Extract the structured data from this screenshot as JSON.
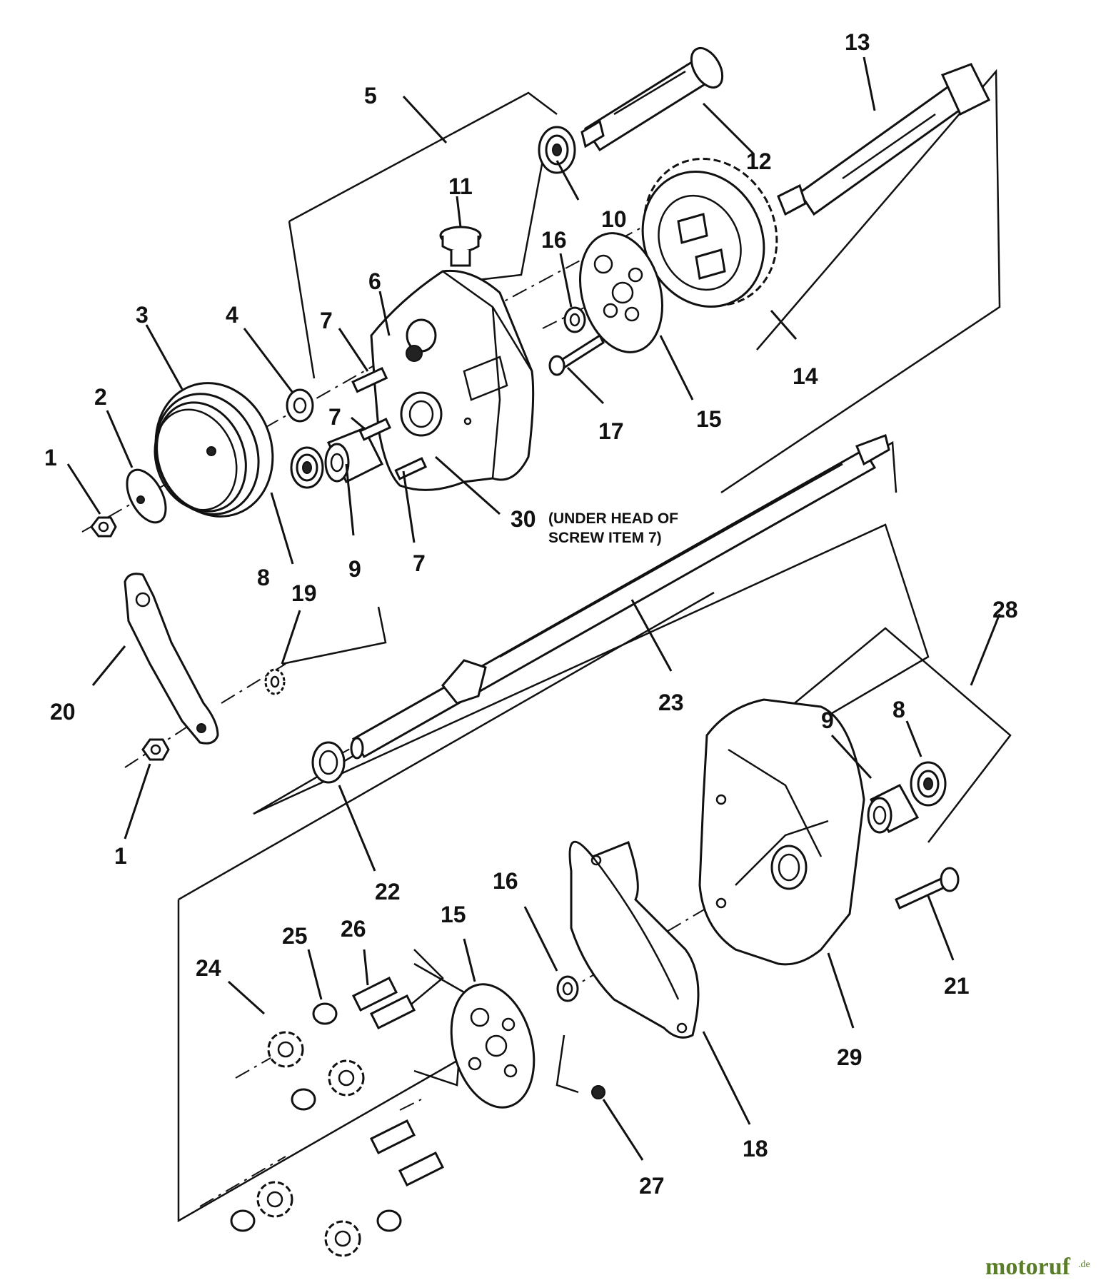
{
  "diagram": {
    "callouts": [
      "1",
      "2",
      "3",
      "4",
      "5",
      "6",
      "7",
      "7",
      "7",
      "8",
      "9",
      "10",
      "11",
      "12",
      "13",
      "14",
      "15",
      "16",
      "17",
      "19",
      "20",
      "1",
      "23",
      "28",
      "9",
      "8",
      "30",
      "22",
      "16",
      "15",
      "25",
      "26",
      "24",
      "18",
      "27",
      "29",
      "21"
    ],
    "note_line1": "(UNDER HEAD OF",
    "note_line2": "SCREW ITEM 7)"
  },
  "watermark": {
    "brand": "motoruf",
    "suffix": ".de"
  }
}
